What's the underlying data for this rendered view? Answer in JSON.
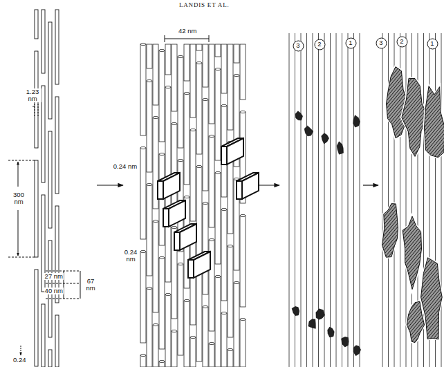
{
  "diagram": {
    "nodes": [
      {
        "text": [
          "3"
        ]
      },
      {
        "text": [
          "2"
        ]
      },
      {
        "text": [
          "1"
        ]
      },
      {
        "text": [
          "3"
        ]
      },
      {
        "text": [
          "2"
        ]
      },
      {
        "text": [
          "1"
        ]
      }
    ],
    "labels": [
      "LANDIS ET AL.",
      "1.23 nm",
      "300 nm",
      "27 nm",
      "40 nm",
      "67 nm",
      "0.24",
      "42 nm",
      "0.24 nm",
      "0.24 nm"
    ]
  }
}
